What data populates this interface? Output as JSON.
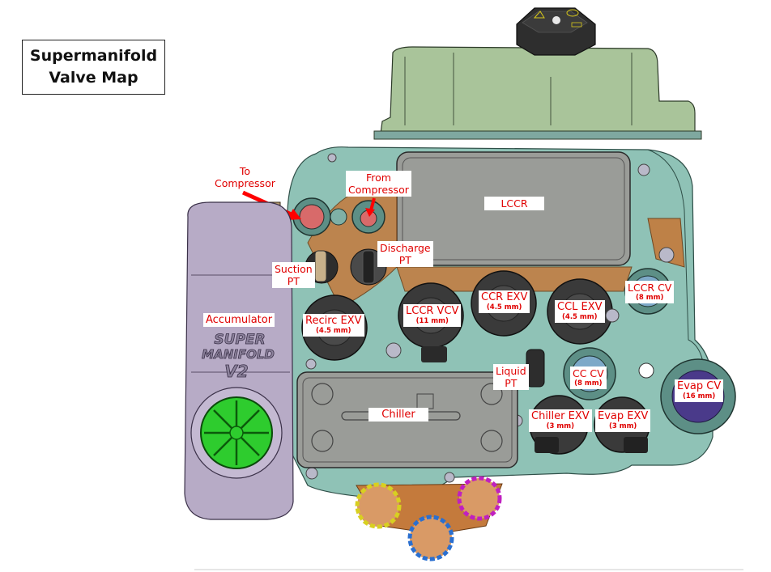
{
  "title": {
    "line1": "Supermanifold",
    "line2": "Valve Map"
  },
  "labels": {
    "to_compressor": {
      "line1": "To",
      "line2": "Compressor"
    },
    "from_compressor": {
      "line1": "From",
      "line2": "Compressor"
    },
    "lccr": "LCCR",
    "discharge_pt": {
      "line1": "Discharge",
      "line2": "PT"
    },
    "suction_pt": {
      "line1": "Suction",
      "line2": "PT"
    },
    "accumulator": "Accumulator",
    "recirc_exv": {
      "name": "Recirc EXV",
      "size": "(4.5 mm)"
    },
    "lccr_vcv": {
      "name": "LCCR VCV",
      "size": "(11 mm)"
    },
    "ccr_exv": {
      "name": "CCR EXV",
      "size": "(4.5 mm)"
    },
    "ccl_exv": {
      "name": "CCL EXV",
      "size": "(4.5 mm)"
    },
    "lccr_cv": {
      "name": "LCCR CV",
      "size": "(8 mm)"
    },
    "liquid_pt": {
      "line1": "Liquid",
      "line2": "PT"
    },
    "cc_cv": {
      "name": "CC CV",
      "size": "(8 mm)"
    },
    "evap_cv": {
      "name": "Evap CV",
      "size": "(16 mm)"
    },
    "chiller": "Chiller",
    "chiller_exv": {
      "name": "Chiller EXV",
      "size": "(3 mm)"
    },
    "evap_exv": {
      "name": "Evap EXV",
      "size": "(3 mm)"
    }
  },
  "engraving": {
    "line1": "SUPER",
    "line2": "MANIFOLD",
    "line3": "V2"
  },
  "colors": {
    "label_text": "#e00000",
    "reservoir": "#a9c49a",
    "manifold": "#8fc2b6",
    "accumulator": "#b7abc6",
    "copper": "#c47a3c",
    "actuator": "#3a3a3a",
    "chiller_plate": "#9a9c98",
    "green_port": "#2ecc2e",
    "yellow_ring": "#d8d020",
    "blue_ring": "#2a6fd0",
    "magenta_ring": "#c020c0"
  }
}
